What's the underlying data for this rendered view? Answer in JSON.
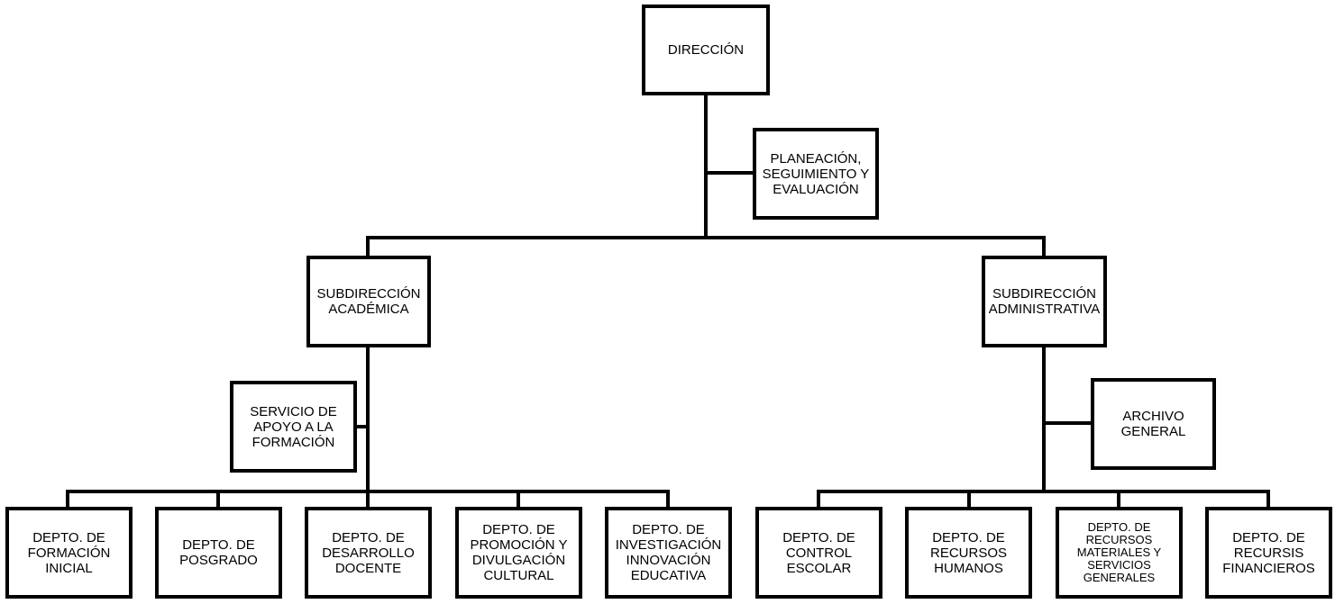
{
  "top": {
    "direccion": "DIRECCIÓN",
    "planeacion": "PLANEACIÓN,\nSEGUIMIENTO Y\nEVALUACIÓN"
  },
  "academica": {
    "title": "SUBDIRECCIÓN\nACADÉMICA",
    "servicio": "SERVICIO DE\nAPOYO A LA\nFORMACIÓN",
    "deptos": [
      "DEPTO. DE\nFORMACIÓN\nINICIAL",
      "DEPTO. DE\nPOSGRADO",
      "DEPTO. DE\nDESARROLLO\nDOCENTE",
      "DEPTO. DE\nPROMOCIÓN Y\nDIVULGACIÓN\nCULTURAL",
      "DEPTO. DE\nINVESTIGACIÓN\nINNOVACIÓN\nEDUCATIVA"
    ]
  },
  "administrativa": {
    "title": "SUBDIRECCIÓN\nADMINISTRATIVA",
    "archivo": "ARCHIVO\nGENERAL",
    "deptos": [
      "DEPTO. DE\nCONTROL\nESCOLAR",
      "DEPTO. DE\nRECURSOS\nHUMANOS",
      "DEPTO. DE\nRECURSOS\nMATERIALES Y\nSERVICIOS\nGENERALES",
      "DEPTO. DE\nRECURSIS\nFINANCIEROS"
    ]
  }
}
